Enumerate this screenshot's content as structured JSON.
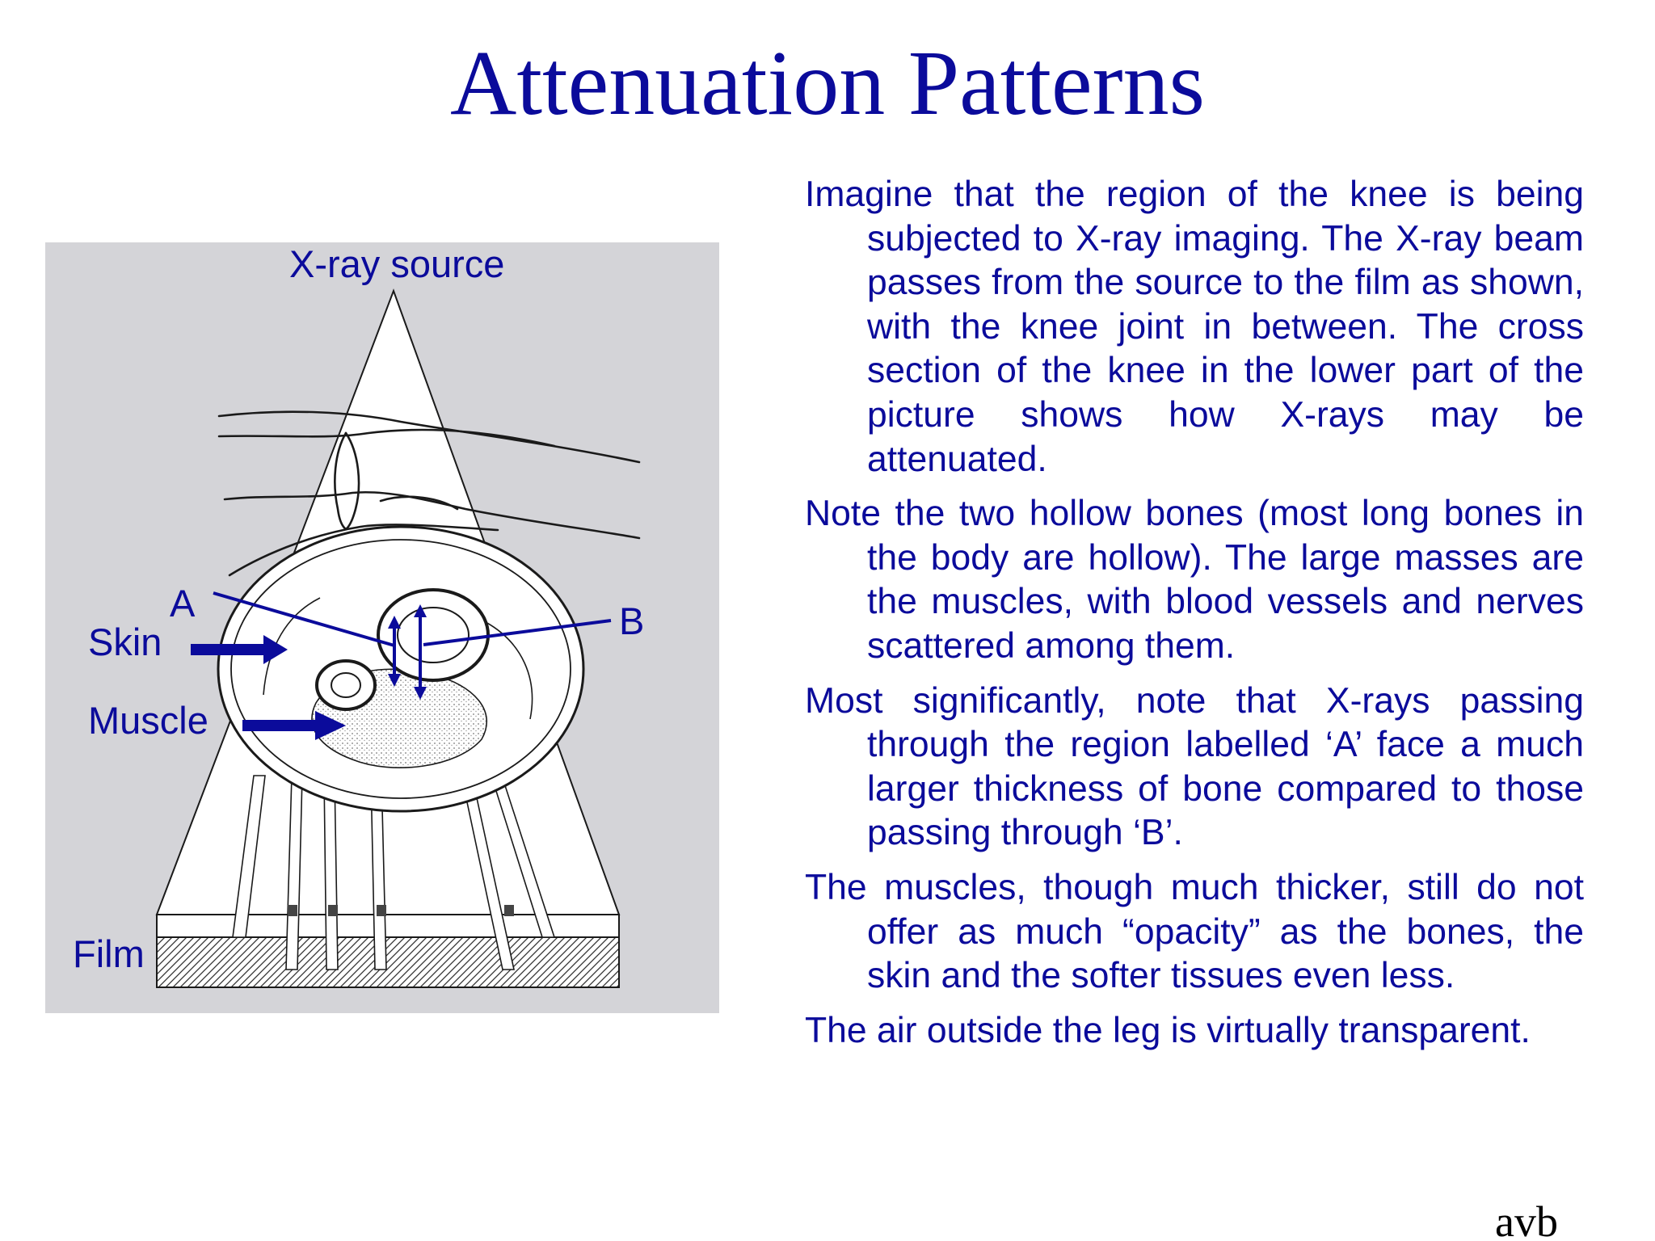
{
  "slide": {
    "title": "Attenuation Patterns",
    "footer": "avb"
  },
  "figure": {
    "labels": {
      "source": "X-ray source",
      "a": "A",
      "b": "B",
      "skin": "Skin",
      "muscle": "Muscle",
      "film": "Film"
    },
    "colors": {
      "background": "#d4d4d8",
      "label": "#0b0b9b",
      "line_art": "#1a1a1a",
      "beam": "#ffffff"
    }
  },
  "body": {
    "paragraphs": [
      "Imagine that the region of the knee is being subjected to X-ray imaging. The X-ray beam passes from the source to the film as shown, with the knee joint in between. The cross section of the knee in the lower part of the picture shows how X-rays may be attenuated.",
      "Note the two hollow bones (most long bones in the body are hollow). The large masses are the muscles, with blood vessels and nerves scattered among them.",
      "Most significantly, note that X-rays passing through the region labelled ‘A’ face a much larger thickness of bone compared to those passing through ‘B’.",
      "The muscles, though much thicker, still do not offer as much “opacity” as the bones, the skin and the softer tissues even less.",
      "The air outside the leg is virtually transparent."
    ]
  },
  "colors": {
    "text": "#0b0b9b",
    "background": "#ffffff"
  }
}
